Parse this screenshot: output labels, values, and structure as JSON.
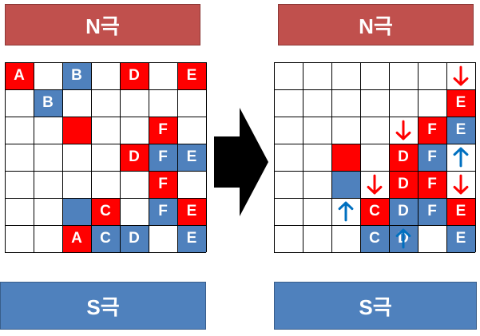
{
  "left_panel": {
    "top_label": "N극",
    "bottom_label": "S극",
    "cells": [
      {
        "row": 0,
        "col": 0,
        "color": "red",
        "text": "A"
      },
      {
        "row": 0,
        "col": 2,
        "color": "blue",
        "text": "B"
      },
      {
        "row": 0,
        "col": 4,
        "color": "red",
        "text": "D"
      },
      {
        "row": 0,
        "col": 6,
        "color": "red",
        "text": "E"
      },
      {
        "row": 1,
        "col": 1,
        "color": "blue",
        "text": "B"
      },
      {
        "row": 2,
        "col": 2,
        "color": "red",
        "text": ""
      },
      {
        "row": 2,
        "col": 5,
        "color": "red",
        "text": "F"
      },
      {
        "row": 3,
        "col": 4,
        "color": "red",
        "text": "D"
      },
      {
        "row": 3,
        "col": 5,
        "color": "blue",
        "text": "F"
      },
      {
        "row": 3,
        "col": 6,
        "color": "blue",
        "text": "E"
      },
      {
        "row": 4,
        "col": 5,
        "color": "red",
        "text": "F"
      },
      {
        "row": 5,
        "col": 2,
        "color": "blue",
        "text": ""
      },
      {
        "row": 5,
        "col": 3,
        "color": "red",
        "text": "C"
      },
      {
        "row": 5,
        "col": 5,
        "color": "blue",
        "text": "F"
      },
      {
        "row": 5,
        "col": 6,
        "color": "red",
        "text": "E"
      },
      {
        "row": 6,
        "col": 2,
        "color": "red",
        "text": "A"
      },
      {
        "row": 6,
        "col": 3,
        "color": "blue",
        "text": "C"
      },
      {
        "row": 6,
        "col": 4,
        "color": "blue",
        "text": "D"
      },
      {
        "row": 6,
        "col": 6,
        "color": "blue",
        "text": "E"
      }
    ]
  },
  "right_panel": {
    "top_label": "N극",
    "bottom_label": "S극",
    "cells": [
      {
        "row": 1,
        "col": 6,
        "color": "red",
        "text": "E"
      },
      {
        "row": 2,
        "col": 5,
        "color": "red",
        "text": "F"
      },
      {
        "row": 2,
        "col": 6,
        "color": "blue",
        "text": "E"
      },
      {
        "row": 3,
        "col": 2,
        "color": "red",
        "text": ""
      },
      {
        "row": 3,
        "col": 4,
        "color": "red",
        "text": "D"
      },
      {
        "row": 3,
        "col": 5,
        "color": "blue",
        "text": "F"
      },
      {
        "row": 4,
        "col": 2,
        "color": "blue",
        "text": ""
      },
      {
        "row": 4,
        "col": 4,
        "color": "red",
        "text": "D"
      },
      {
        "row": 4,
        "col": 5,
        "color": "red",
        "text": "F"
      },
      {
        "row": 5,
        "col": 3,
        "color": "red",
        "text": "C"
      },
      {
        "row": 5,
        "col": 4,
        "color": "blue",
        "text": "D"
      },
      {
        "row": 5,
        "col": 5,
        "color": "blue",
        "text": "F"
      },
      {
        "row": 5,
        "col": 6,
        "color": "red",
        "text": "E"
      },
      {
        "row": 6,
        "col": 3,
        "color": "blue",
        "text": "C"
      },
      {
        "row": 6,
        "col": 4,
        "color": "blue",
        "text": "D"
      },
      {
        "row": 6,
        "col": 6,
        "color": "blue",
        "text": "E"
      }
    ],
    "arrows": [
      {
        "row": 0,
        "col": 6,
        "direction": "down",
        "color": "red"
      },
      {
        "row": 2,
        "col": 4,
        "direction": "down",
        "color": "red"
      },
      {
        "row": 3,
        "col": 6,
        "direction": "up",
        "color": "blue"
      },
      {
        "row": 4,
        "col": 3,
        "direction": "down",
        "color": "red"
      },
      {
        "row": 4,
        "col": 6,
        "direction": "down",
        "color": "red"
      },
      {
        "row": 5,
        "col": 2,
        "direction": "up",
        "color": "blue"
      },
      {
        "row": 6,
        "col": 4,
        "direction": "up",
        "color": "blue"
      }
    ]
  },
  "grid_rows": 7,
  "grid_cols": 7,
  "colors": {
    "red_cell": "#ff0000",
    "blue_cell": "#4f81bd",
    "n_pole": "#c0504d",
    "s_pole": "#4f81bd",
    "arrow_red": "#ff0000",
    "arrow_blue": "#0070c0",
    "transition_arrow": "#000000"
  }
}
